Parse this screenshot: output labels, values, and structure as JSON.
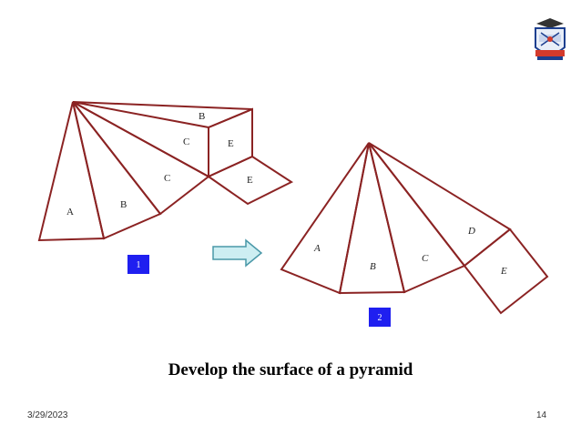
{
  "figure1": {
    "labels": {
      "face_a": "A",
      "face_b": "B",
      "face_c": "C",
      "top_b": "B",
      "top_c": "C",
      "face_e": "E",
      "square_e": "E"
    },
    "badge": "1"
  },
  "figure2": {
    "labels": {
      "face_a": "A",
      "face_b": "B",
      "face_c": "C",
      "face_d": "D",
      "square_e": "E"
    },
    "badge": "2"
  },
  "caption": "Develop the surface of a pyramid",
  "footer": {
    "date": "3/29/2023",
    "page": "14"
  },
  "colors": {
    "edge": "#8b2323",
    "badge": "#1f1ff0",
    "arrow_fill": "#cdeef2",
    "arrow_stroke": "#4a98a8"
  }
}
